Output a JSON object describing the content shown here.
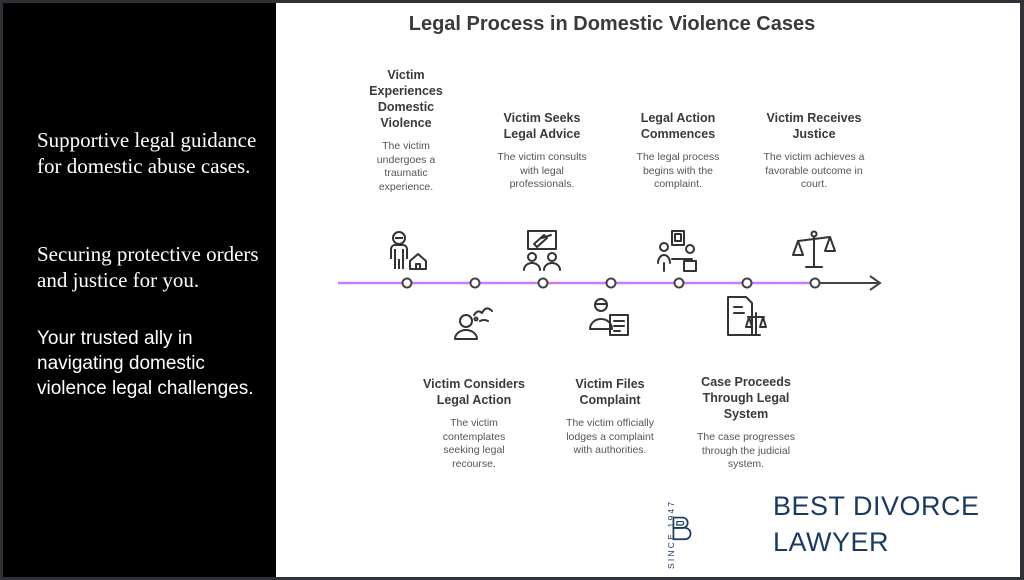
{
  "left_panel": {
    "line1": "Supportive legal guidance for domestic abuse cases.",
    "line2": "Securing protective orders and justice for you.",
    "line3": "Your trusted ally in navigating domestic violence legal challenges."
  },
  "diagram": {
    "title": "Legal Process in Domestic Violence Cases",
    "accent": "#c77dff",
    "steps": [
      {
        "title": "Victim Experiences Domestic Violence",
        "desc": "The victim undergoes a traumatic experience.",
        "icon": "victim-house-icon"
      },
      {
        "title": "Victim Considers Legal Action",
        "desc": "The victim contemplates seeking legal recourse.",
        "icon": "thinking-person-icon"
      },
      {
        "title": "Victim Seeks Legal Advice",
        "desc": "The victim consults with legal professionals.",
        "icon": "consultation-icon"
      },
      {
        "title": "Victim Files Complaint",
        "desc": "The victim officially lodges a complaint with authorities.",
        "icon": "person-document-icon"
      },
      {
        "title": "Legal Action Commences",
        "desc": "The legal process begins with the complaint.",
        "icon": "court-proceeding-icon"
      },
      {
        "title": "Case Proceeds Through Legal System",
        "desc": "The case progresses through the judicial system.",
        "icon": "document-scales-icon"
      },
      {
        "title": "Victim Receives Justice",
        "desc": "The victim achieves a favorable outcome in court.",
        "icon": "scales-icon"
      }
    ]
  },
  "logo": {
    "line1": "BEST DIVORCE",
    "line2": "LAWYER",
    "since": "SINCE 1947",
    "color": "#1a3a63"
  }
}
